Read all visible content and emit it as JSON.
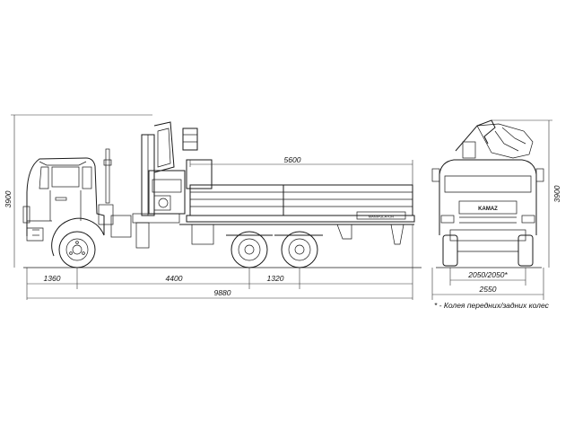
{
  "dimensions": {
    "height_side": "3900",
    "bed_length": "5600",
    "front_overhang": "1360",
    "wheelbase": "4400",
    "rear_axle_spacing": "1320",
    "overall_length": "9880",
    "height_front": "3900",
    "track": "2050/2050*",
    "width": "2550"
  },
  "labels": {
    "cab_logo": "KAMAZ",
    "crane_logo": "MANIPULATOR",
    "footnote": "* - Колея передних/задних колес"
  },
  "colors": {
    "line": "#1a1a1a",
    "background": "#ffffff"
  }
}
